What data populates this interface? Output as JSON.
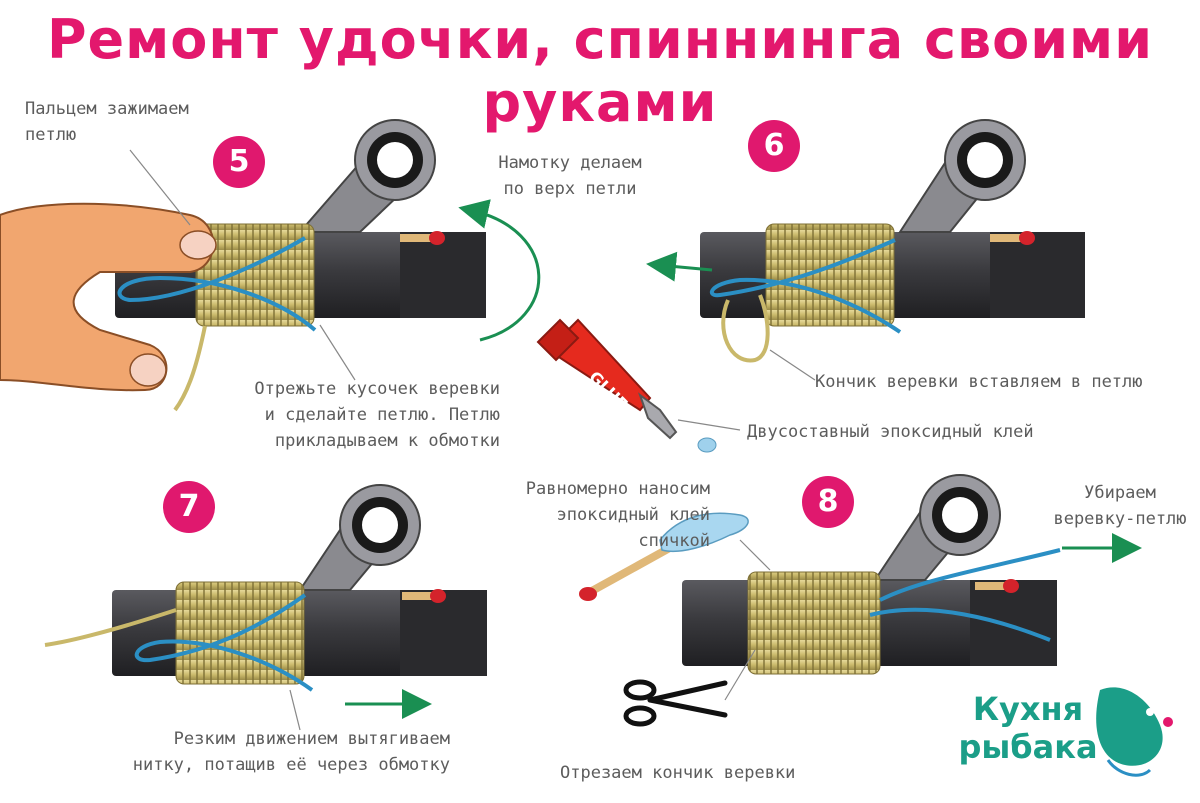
{
  "title": "Ремонт удочки, спиннинга своими руками",
  "steps": [
    {
      "number": "5"
    },
    {
      "number": "6"
    },
    {
      "number": "7"
    },
    {
      "number": "8"
    }
  ],
  "captions": {
    "s5_finger": [
      "Пальцем зажимаем",
      "петлю"
    ],
    "s5_wind": [
      "Намотку делаем",
      "по верх петли"
    ],
    "s5_loop": [
      "Отрежьте кусочек веревки",
      "и сделайте петлю. Петлю",
      "прикладываем к обмотки"
    ],
    "s6_tip": "Кончик веревки вставляем в петлю",
    "glue": "Двусоставный эпоксидный клей",
    "glue_tube": "GLUE",
    "apply": [
      "Равномерно наносим",
      "эпоксидный клей",
      "спичкой"
    ],
    "remove": [
      "Убираем",
      "веревку-петлю"
    ],
    "s7_pull": [
      "Резким движением вытягиваем",
      "нитку, потащив её через обмотку"
    ],
    "cut": "Отрезаем кончик веревки"
  },
  "logo": [
    "Кухня",
    "рыбака"
  ],
  "colors": {
    "accent": "#e3186d",
    "arrow": "#1a8f52",
    "thread": "#c9b86a",
    "loop": "#2b8fc4",
    "rod": "#3e3e42",
    "logo": "#1b9e88"
  }
}
